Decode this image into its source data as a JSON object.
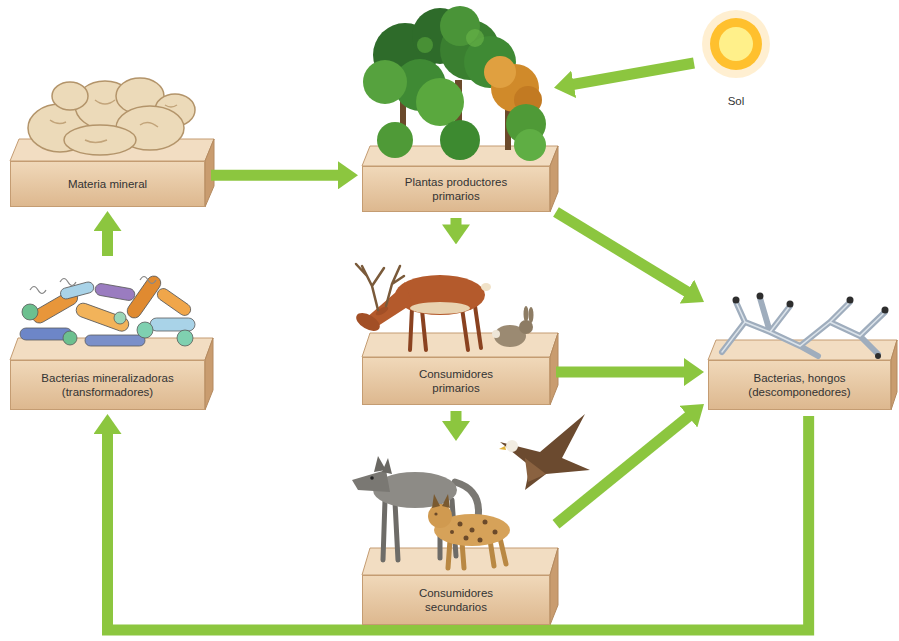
{
  "diagram": {
    "nodes": [
      {
        "text": [
          "Materia mineral"
        ]
      },
      {
        "text": [
          "Plantas productores primarios"
        ]
      },
      {
        "text": [
          "Sol"
        ]
      },
      {
        "text": [
          "Bacterias mineralizadoras (transformadores)"
        ]
      },
      {
        "text": [
          "Consumidores primarios"
        ]
      },
      {
        "text": [
          "Bacterias, hongos (descomponedores)"
        ]
      },
      {
        "text": [
          "Consumidores secundarios"
        ]
      }
    ],
    "edges": [
      {
        "from": 0,
        "to": 1,
        "arrow": "to"
      },
      {
        "from": 2,
        "to": 1,
        "arrow": "to"
      },
      {
        "from": 1,
        "to": 4,
        "arrow": "to"
      },
      {
        "from": 1,
        "to": 5,
        "arrow": "to"
      },
      {
        "from": 4,
        "to": 6,
        "arrow": "to"
      },
      {
        "from": 4,
        "to": 5,
        "arrow": "to"
      },
      {
        "from": 6,
        "to": 5,
        "arrow": "to"
      },
      {
        "from": 5,
        "to": 3,
        "arrow": "to"
      },
      {
        "from": 3,
        "to": 0,
        "arrow": "to"
      }
    ]
  }
}
